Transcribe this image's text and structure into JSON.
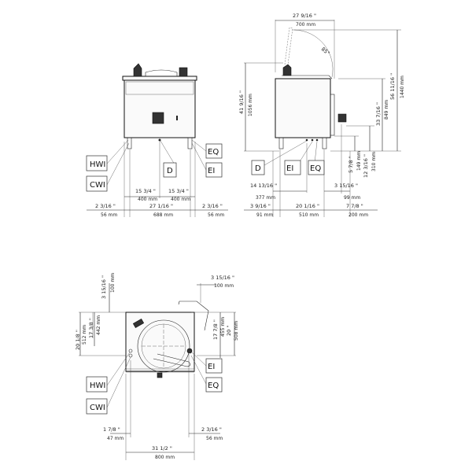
{
  "front_view": {
    "labels": {
      "hwi": "HWI",
      "cwi": "CWI",
      "d": "D",
      "eq": "EQ",
      "ei": "EI"
    },
    "dims": {
      "half_left_in": "15 3/4 \"",
      "half_left_mm": "400 mm",
      "half_right_in": "15 3/4 \"",
      "half_right_mm": "400 mm",
      "left_in": "2 3/16 \"",
      "left_mm": "56 mm",
      "center_in": "27 1/16 \"",
      "center_mm": "688 mm",
      "right_in": "2 3/16 \"",
      "right_mm": "56 mm"
    }
  },
  "side_view": {
    "labels": {
      "d": "D",
      "ei": "EI",
      "eq": "EQ"
    },
    "dims": {
      "top_in": "27 9/16 \"",
      "top_mm": "700 mm",
      "angle": "85°",
      "height_work_in": "41 9/16 \"",
      "height_work_mm": "1056 mm",
      "height_total_in": "56 11/16 \"",
      "height_total_mm": "1440 mm",
      "height_body_in": "33 7/16 \"",
      "height_body_mm": "849 mm",
      "height_low_in": "5 7/8 \"",
      "height_low_mm": "149 mm",
      "height_tap_in": "12 3/16 \"",
      "height_tap_mm": "310 mm",
      "d_pos_in": "14 13/16 \"",
      "d_pos_mm": "377 mm",
      "tap_in": "3 15/16 \"",
      "tap_mm": "99 mm",
      "left_in": "3 9/16 \"",
      "left_mm": "91 mm",
      "center_in": "20 1/16 \"",
      "center_mm": "510 mm",
      "right_in": "7 7/8 \"",
      "right_mm": "200 mm"
    }
  },
  "top_view": {
    "labels": {
      "hwi": "HWI",
      "cwi": "CWI",
      "ei": "EI",
      "eq": "EQ"
    },
    "dims": {
      "top_left_in": "3 15/16 \"",
      "top_left_mm": "100 mm",
      "top_right_in": "3 15/16 \"",
      "top_right_mm": "100 mm",
      "left_outer_in": "20 1/8 \"",
      "left_outer_mm": "512 mm",
      "left_inner_in": "17 3/8 \"",
      "left_inner_mm": "442 mm",
      "right_inner_in": "17 7/8 \"",
      "right_inner_mm": "455 mm",
      "right_outer_in": "20 \"",
      "right_outer_mm": "508 mm",
      "bottom_left_in": "1 7/8 \"",
      "bottom_left_mm": "47 mm",
      "bottom_right_in": "2 3/16 \"",
      "bottom_right_mm": "56 mm",
      "width_in": "31 1/2 \"",
      "width_mm": "800 mm"
    }
  }
}
